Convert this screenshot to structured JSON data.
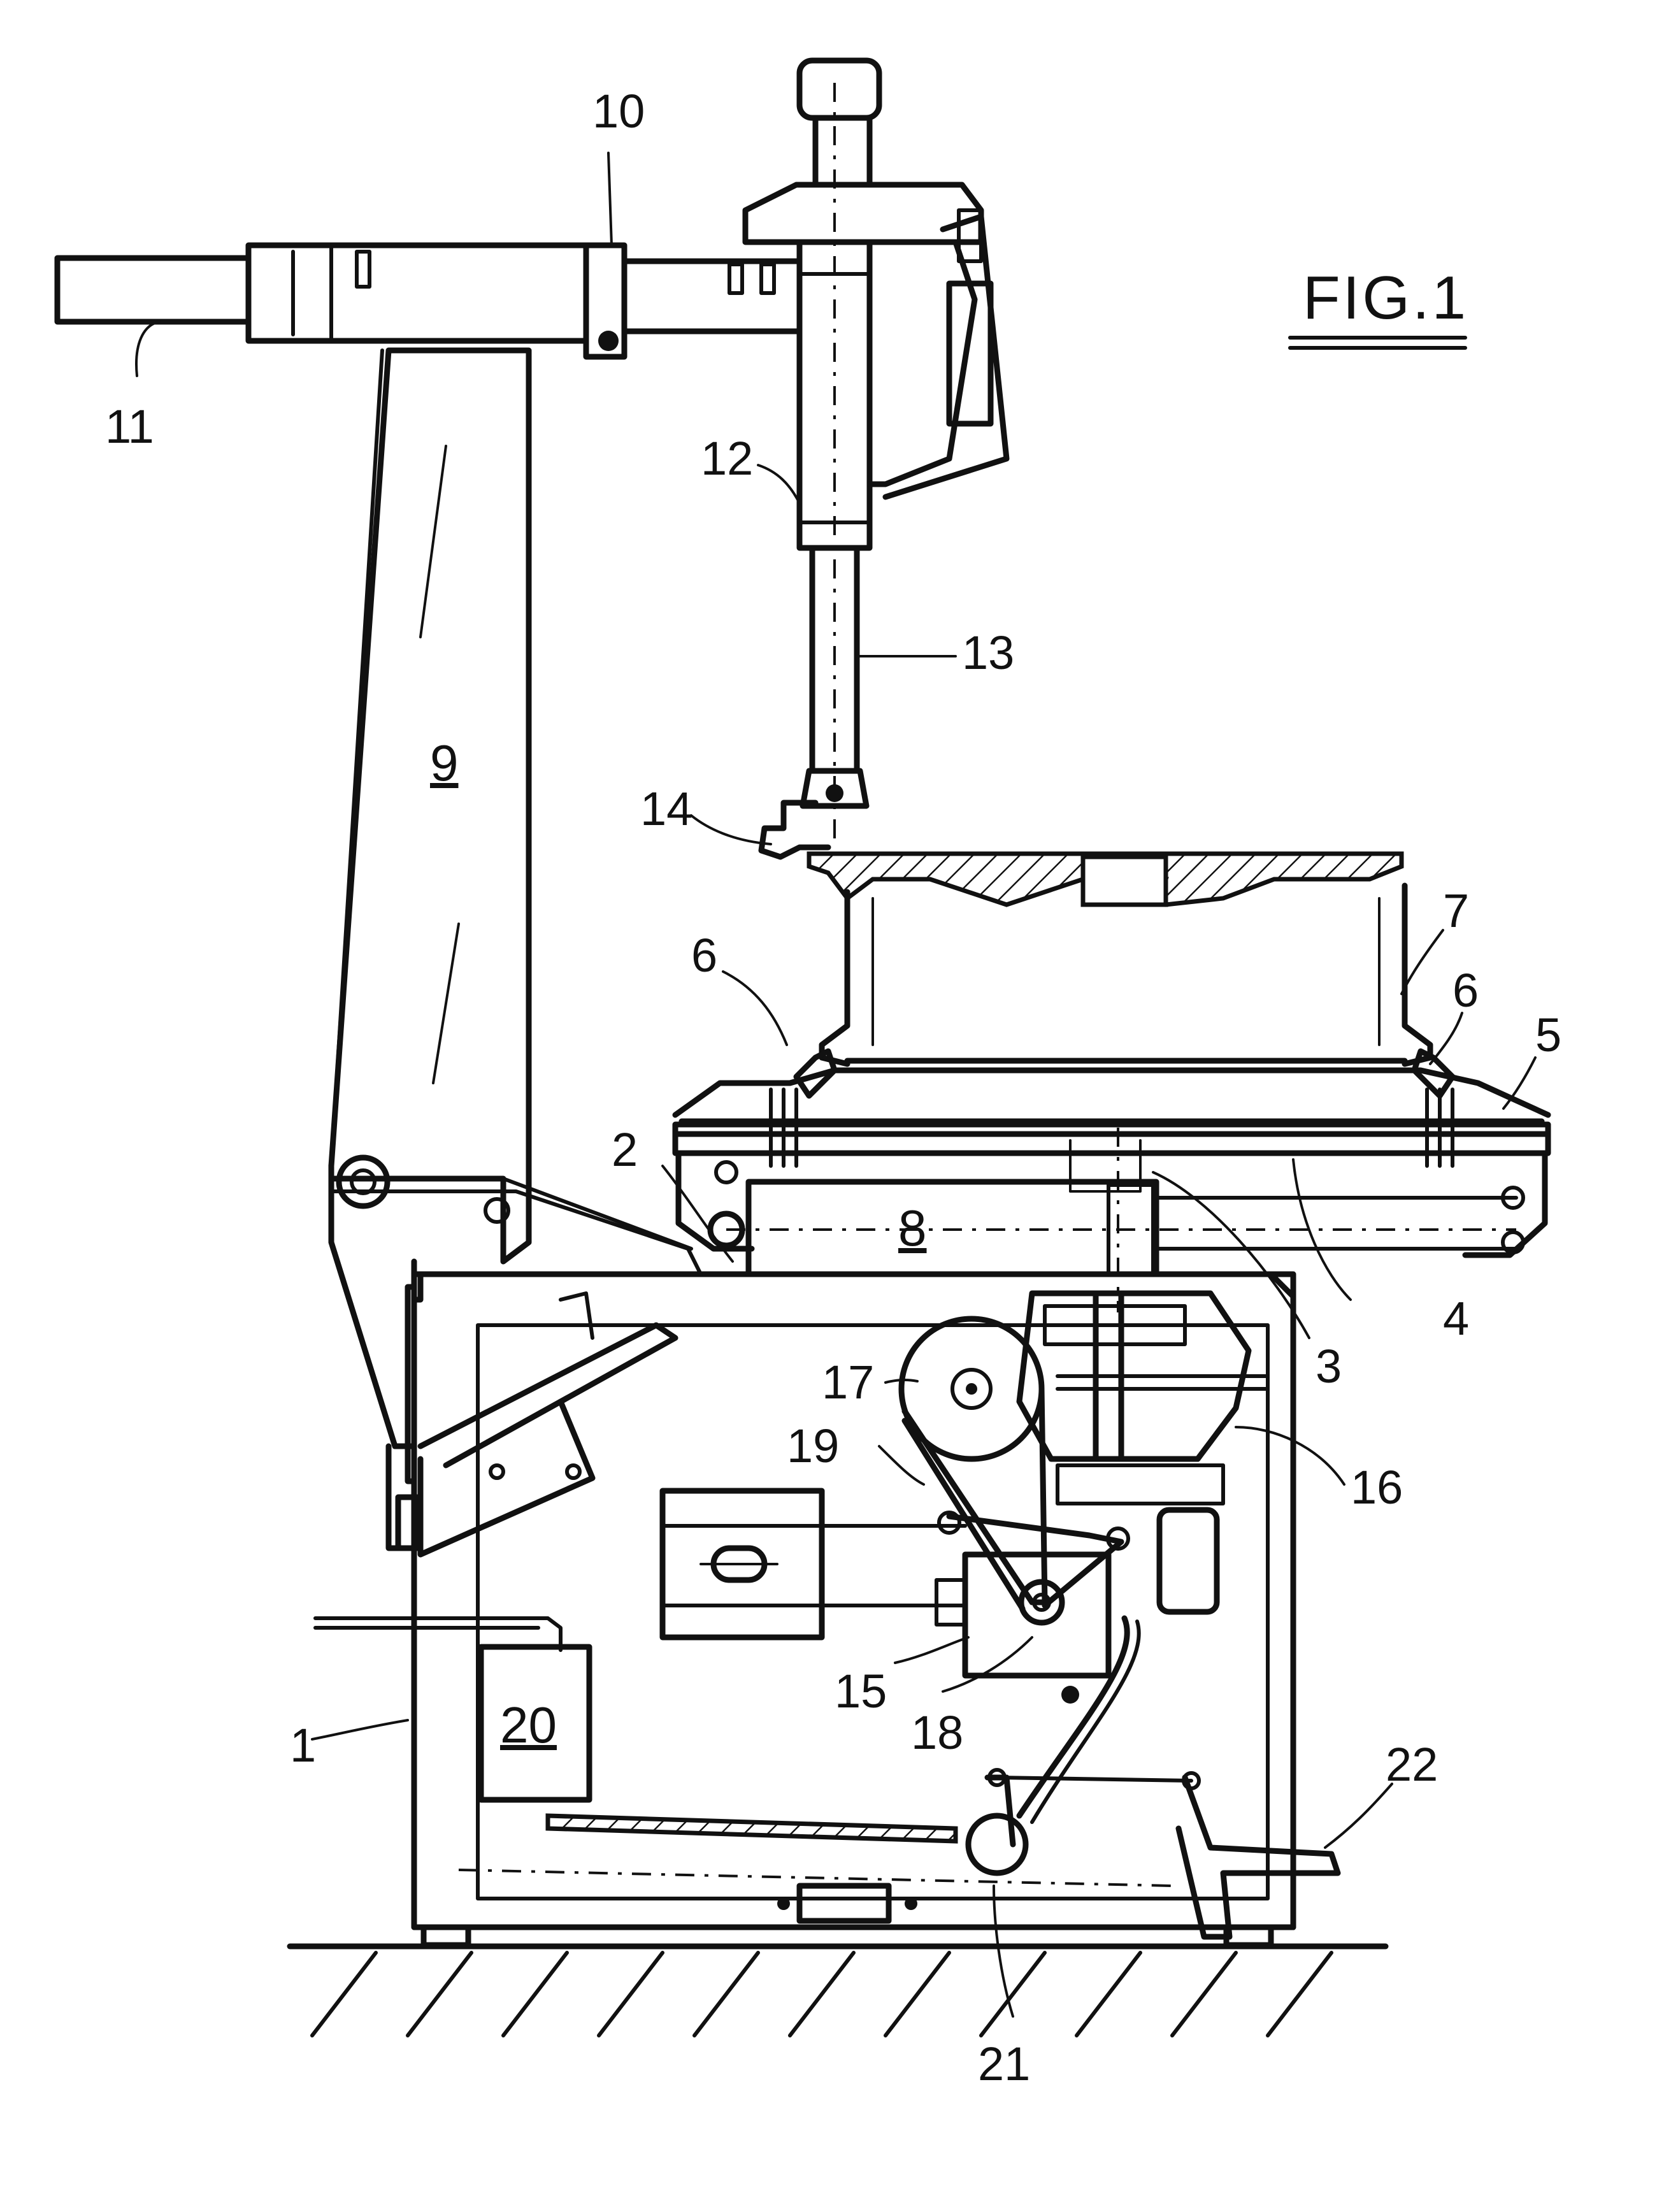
{
  "figure": {
    "title": "FIG.1"
  },
  "reference_numerals": {
    "n1": "1",
    "n2": "2",
    "n3": "3",
    "n4": "4",
    "n5": "5",
    "n6_left": "6",
    "n6_right": "6",
    "n7": "7",
    "n8": "8",
    "n9": "9",
    "n10": "10",
    "n11": "11",
    "n12": "12",
    "n13": "13",
    "n14": "14",
    "n15": "15",
    "n16": "16",
    "n17": "17",
    "n18": "18",
    "n19": "19",
    "n20": "20",
    "n21": "21",
    "n22": "22"
  }
}
